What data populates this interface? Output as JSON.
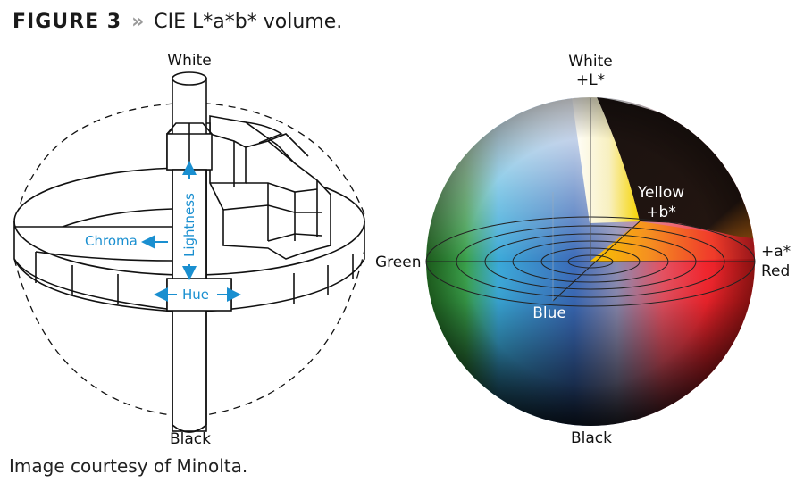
{
  "header": {
    "figure_label": "FIGURE 3",
    "separator": "»",
    "title": "CIE L*a*b* volume."
  },
  "caption": "Image courtesy of Minolta.",
  "colors": {
    "accent_blue": "#1a8fd0",
    "line": "#111111",
    "separator_gray": "#9a9a9a"
  },
  "left_diagram": {
    "name": "Munsell-style color solid",
    "top_label": "White",
    "bottom_label": "Black",
    "annotations": {
      "chroma": "Chroma",
      "lightness": "Lightness",
      "hue": "Hue"
    }
  },
  "right_diagram": {
    "name": "CIE L*a*b* color sphere",
    "top_label_line1": "White",
    "top_label_line2": "+L*",
    "bottom_label": "Black",
    "left_label": "Green",
    "right_label_line1": "+a*",
    "right_label_line2": "Red",
    "yellow_label_line1": "Yellow",
    "yellow_label_line2": "+b*",
    "blue_label": "Blue"
  }
}
